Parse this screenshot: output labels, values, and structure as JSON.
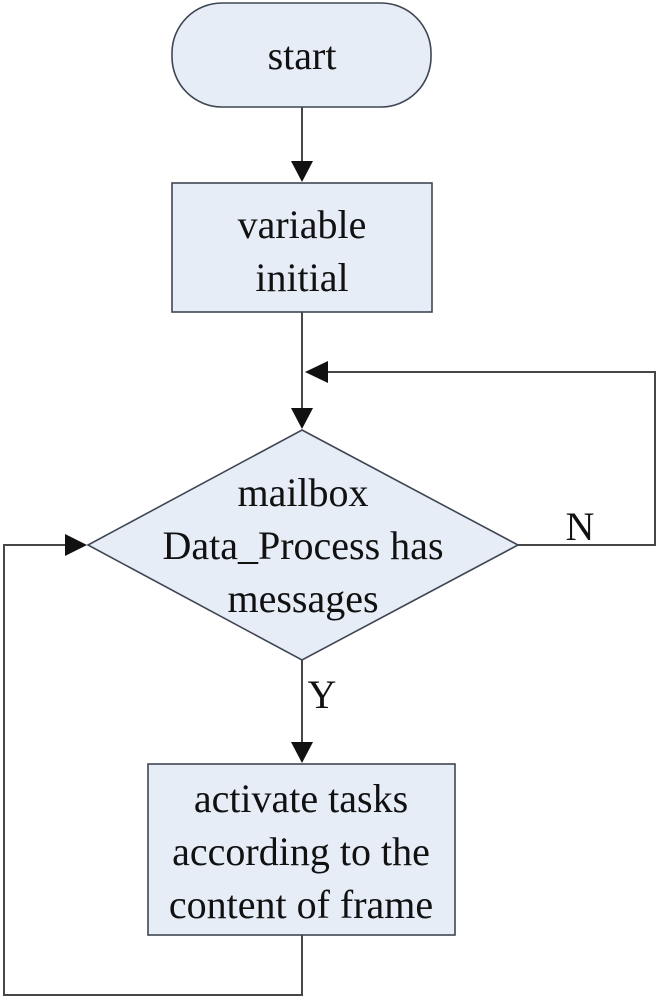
{
  "flowchart": {
    "nodes": {
      "start": {
        "label": "start"
      },
      "variable_initial": {
        "line1": "variable",
        "line2": "initial"
      },
      "mailbox_decision": {
        "line1": "mailbox",
        "line2": "Data_Process has",
        "line3": "messages"
      },
      "activate_tasks": {
        "line1": "activate tasks",
        "line2": "according to the",
        "line3": "content of frame"
      }
    },
    "edge_labels": {
      "no": "N",
      "yes": "Y"
    },
    "colors": {
      "node_fill": "#e7edf7",
      "node_border": "#3f4653",
      "connector": "#474747",
      "arrowhead": "#111111",
      "text": "#111111",
      "background": "#ffffff"
    }
  }
}
